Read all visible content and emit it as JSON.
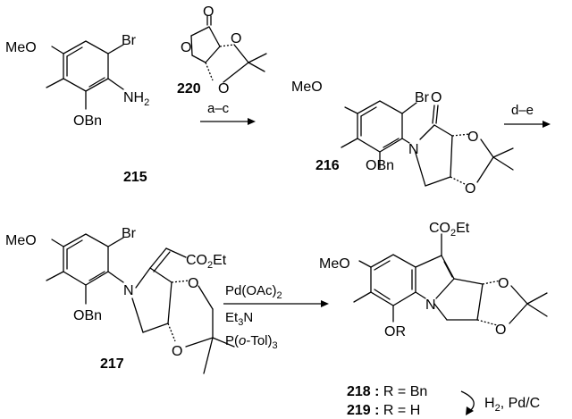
{
  "compounds": {
    "c215": {
      "number": "215",
      "OMe": "MeO",
      "Br": "Br",
      "NH": "NH",
      "NH_sub": "2",
      "OBn": "OBn"
    },
    "c220": {
      "number": "220",
      "O": "O"
    },
    "c216": {
      "number": "216",
      "OMe": "MeO",
      "Br": "Br",
      "N": "N",
      "O": "O",
      "OBn": "OBn"
    },
    "c217": {
      "number": "217",
      "OMe": "MeO",
      "Br": "Br",
      "N": "N",
      "OBn": "OBn",
      "O": "O",
      "ester": "CO",
      "ester_sub": "2",
      "ester_tail": "Et"
    },
    "c218": {
      "OMe": "MeO",
      "N": "N",
      "OR": "OR",
      "O": "O",
      "ester": "CO",
      "ester_sub": "2",
      "ester_tail": "Et"
    }
  },
  "steps": {
    "step1": "a–c",
    "step2": "d–e",
    "step3": {
      "line1": "Pd(OAc)",
      "line1_sub": "2",
      "line2": "Et",
      "line2_sub": "3",
      "line2_tail": "N",
      "line3_pre": "P(",
      "line3_italic": "o",
      "line3_post": "-Tol)",
      "line3_sub": "3"
    },
    "hydrogenolysis": "H",
    "hydrogenolysis_sub": "2",
    "hydrogenolysis_tail": ", Pd/C"
  },
  "products": [
    {
      "number": "218",
      "sep": " : ",
      "desc": "R = Bn"
    },
    {
      "number": "219",
      "sep": " : ",
      "desc": "R = H"
    }
  ]
}
